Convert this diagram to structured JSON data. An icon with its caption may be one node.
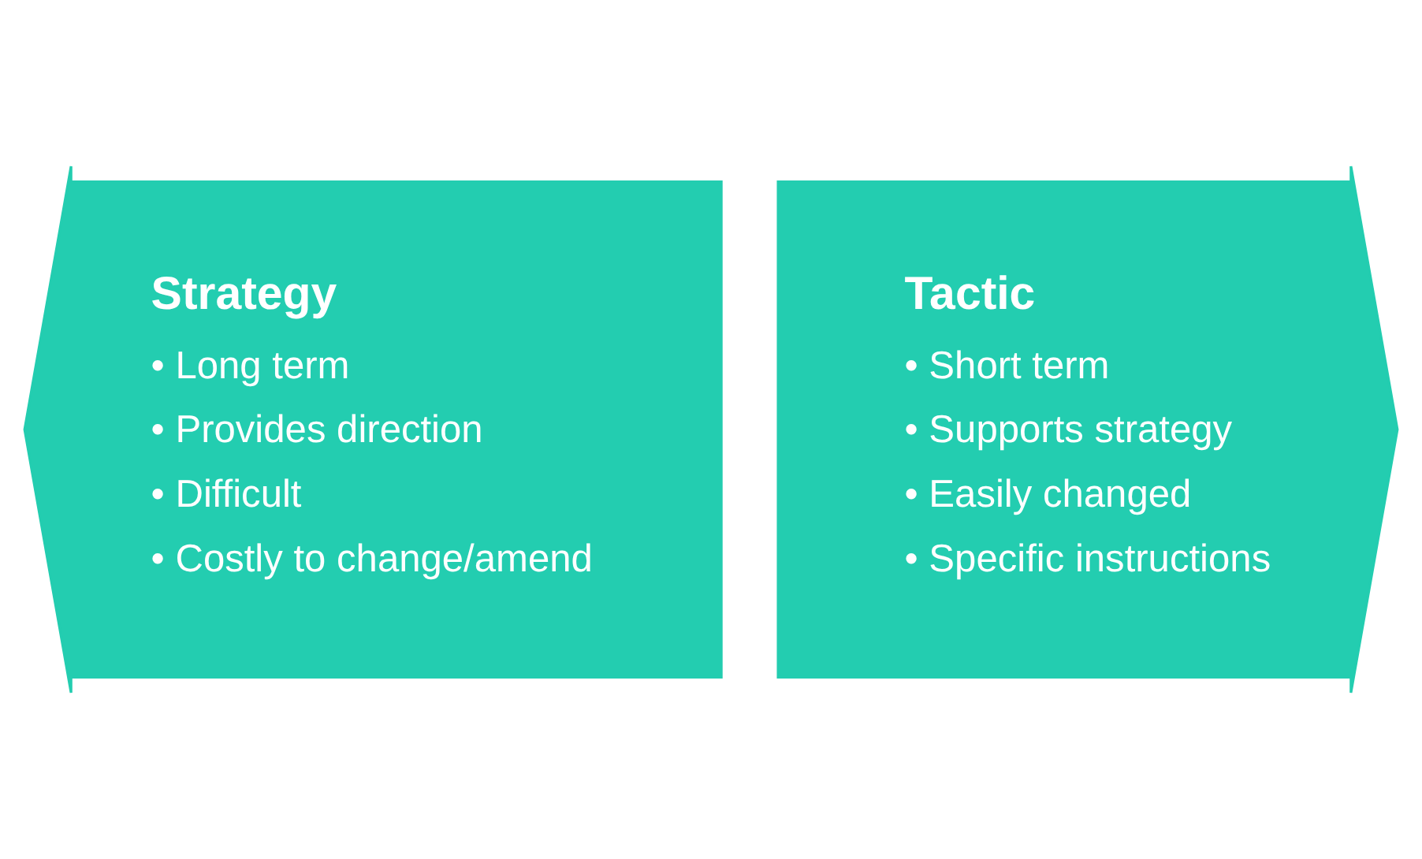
{
  "diagram": {
    "nodes": [
      {
        "text": [
          "Strategy",
          "• Long term",
          "• Provides direction",
          "• Difficult",
          "• Costly to change/amend"
        ]
      },
      {
        "text": [
          "Tactic",
          "• Short term",
          "• Supports strategy",
          "• Easily changed",
          "• Specific instructions"
        ]
      }
    ]
  }
}
